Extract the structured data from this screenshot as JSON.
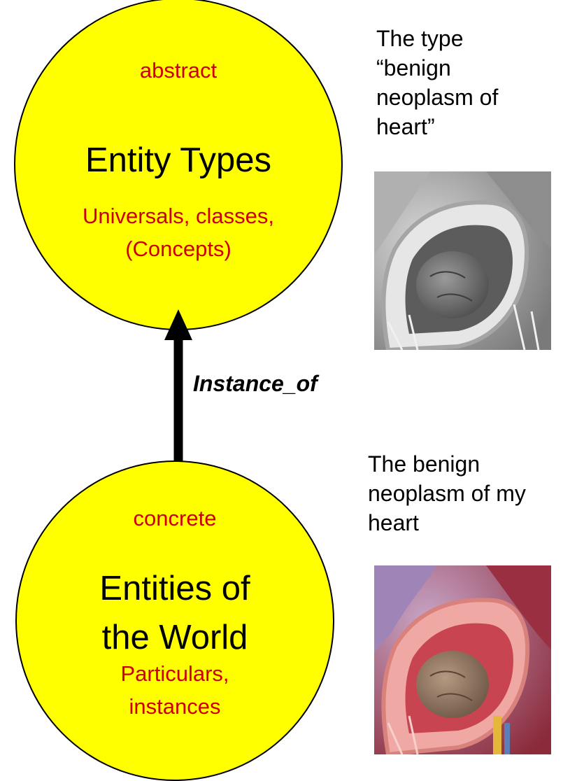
{
  "types_node": {
    "top_label": "abstract",
    "title": "Entity Types",
    "subtitle_line1": "Universals, classes,",
    "subtitle_line2": "(Concepts)"
  },
  "world_node": {
    "top_label": "concrete",
    "title_line1": "Entities of",
    "title_line2": "the World",
    "subtitle_line1": "Particulars,",
    "subtitle_line2": "instances"
  },
  "relation": {
    "label": "Instance_of"
  },
  "type_caption": {
    "line1": "The type",
    "line2": "“benign",
    "line3": "neoplasm of",
    "line4": "heart”"
  },
  "instance_caption": {
    "line1": "The benign",
    "line2": "neoplasm of my",
    "line3": "heart"
  },
  "colors": {
    "node_fill": "#ffff00",
    "accent_text": "#cc0000",
    "text": "#000000"
  }
}
